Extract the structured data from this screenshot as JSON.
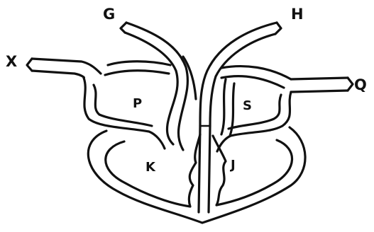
{
  "diagram": {
    "labels": {
      "X": "X",
      "G": "G",
      "H": "H",
      "Q": "Q",
      "P": "P",
      "S": "S",
      "K": "K",
      "J": "J"
    },
    "colors": {
      "ink": "#111111",
      "background": "#ffffff"
    }
  }
}
